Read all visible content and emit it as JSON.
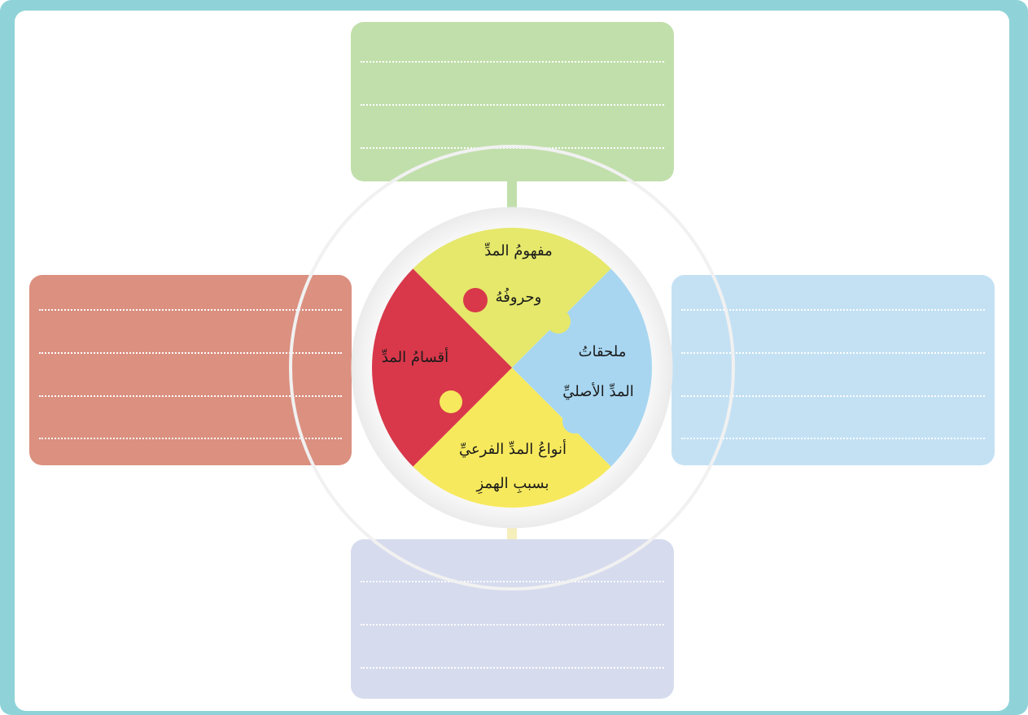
{
  "diagram": {
    "center_segments": [
      {
        "id": "top",
        "line1": "مفهومُ المدِّ",
        "line2": "وحروفُهُ",
        "color": "#e5e86a"
      },
      {
        "id": "right",
        "line1": "ملحقاتُ",
        "line2": "المدِّ الأصليِّ",
        "color": "#a8d6f1"
      },
      {
        "id": "bottom",
        "line1": "أنواعُ المدِّ الفرعيِّ",
        "line2": "بسببِ الهمزِ",
        "color": "#f7e95d"
      },
      {
        "id": "left",
        "line1": "أقسامُ المدِّ",
        "color": "#d8384a"
      }
    ],
    "answer_boxes": {
      "top": {
        "color": "#c1dfab",
        "lines": 3
      },
      "left": {
        "color": "#db9080",
        "lines": 4
      },
      "right": {
        "color": "#c4e1f4",
        "lines": 4
      },
      "bottom": {
        "color": "#d6dbee",
        "lines": 3
      }
    },
    "frame_color": "#8fd3d8"
  }
}
